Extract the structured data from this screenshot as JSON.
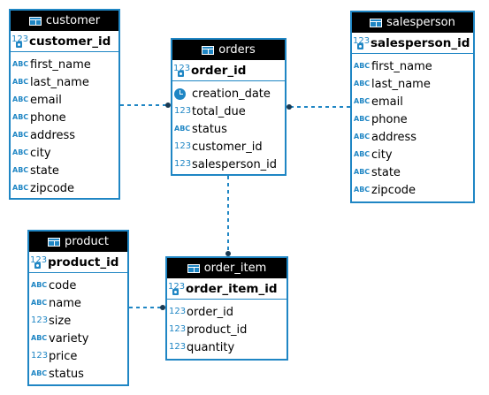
{
  "colors": {
    "border": "#1f86c4",
    "header_bg": "#000000",
    "header_text": "#ffffff",
    "connector": "#1f86c4"
  },
  "tables": {
    "customer": {
      "name": "customer",
      "pk": "customer_id",
      "columns": [
        "first_name",
        "last_name",
        "email",
        "phone",
        "address",
        "city",
        "state",
        "zipcode"
      ],
      "types": [
        "abc",
        "abc",
        "abc",
        "abc",
        "abc",
        "abc",
        "abc",
        "abc"
      ]
    },
    "orders": {
      "name": "orders",
      "pk": "order_id",
      "columns": [
        "creation_date",
        "total_due",
        "status",
        "customer_id",
        "salesperson_id"
      ],
      "types": [
        "clock",
        "123",
        "abc",
        "123",
        "123"
      ]
    },
    "salesperson": {
      "name": "salesperson",
      "pk": "salesperson_id",
      "columns": [
        "first_name",
        "last_name",
        "email",
        "phone",
        "address",
        "city",
        "state",
        "zipcode"
      ],
      "types": [
        "abc",
        "abc",
        "abc",
        "abc",
        "abc",
        "abc",
        "abc",
        "abc"
      ]
    },
    "product": {
      "name": "product",
      "pk": "product_id",
      "columns": [
        "code",
        "name",
        "size",
        "variety",
        "price",
        "status"
      ],
      "types": [
        "abc",
        "abc",
        "123",
        "abc",
        "123",
        "abc"
      ]
    },
    "order_item": {
      "name": "order_item",
      "pk": "order_item_id",
      "columns": [
        "order_id",
        "product_id",
        "quantity"
      ],
      "types": [
        "123",
        "123",
        "123"
      ]
    }
  },
  "icon_labels": {
    "abc": "ABC",
    "num": "123"
  },
  "relationships": [
    {
      "from": "customer",
      "to": "orders"
    },
    {
      "from": "salesperson",
      "to": "orders"
    },
    {
      "from": "orders",
      "to": "order_item"
    },
    {
      "from": "product",
      "to": "order_item"
    }
  ]
}
